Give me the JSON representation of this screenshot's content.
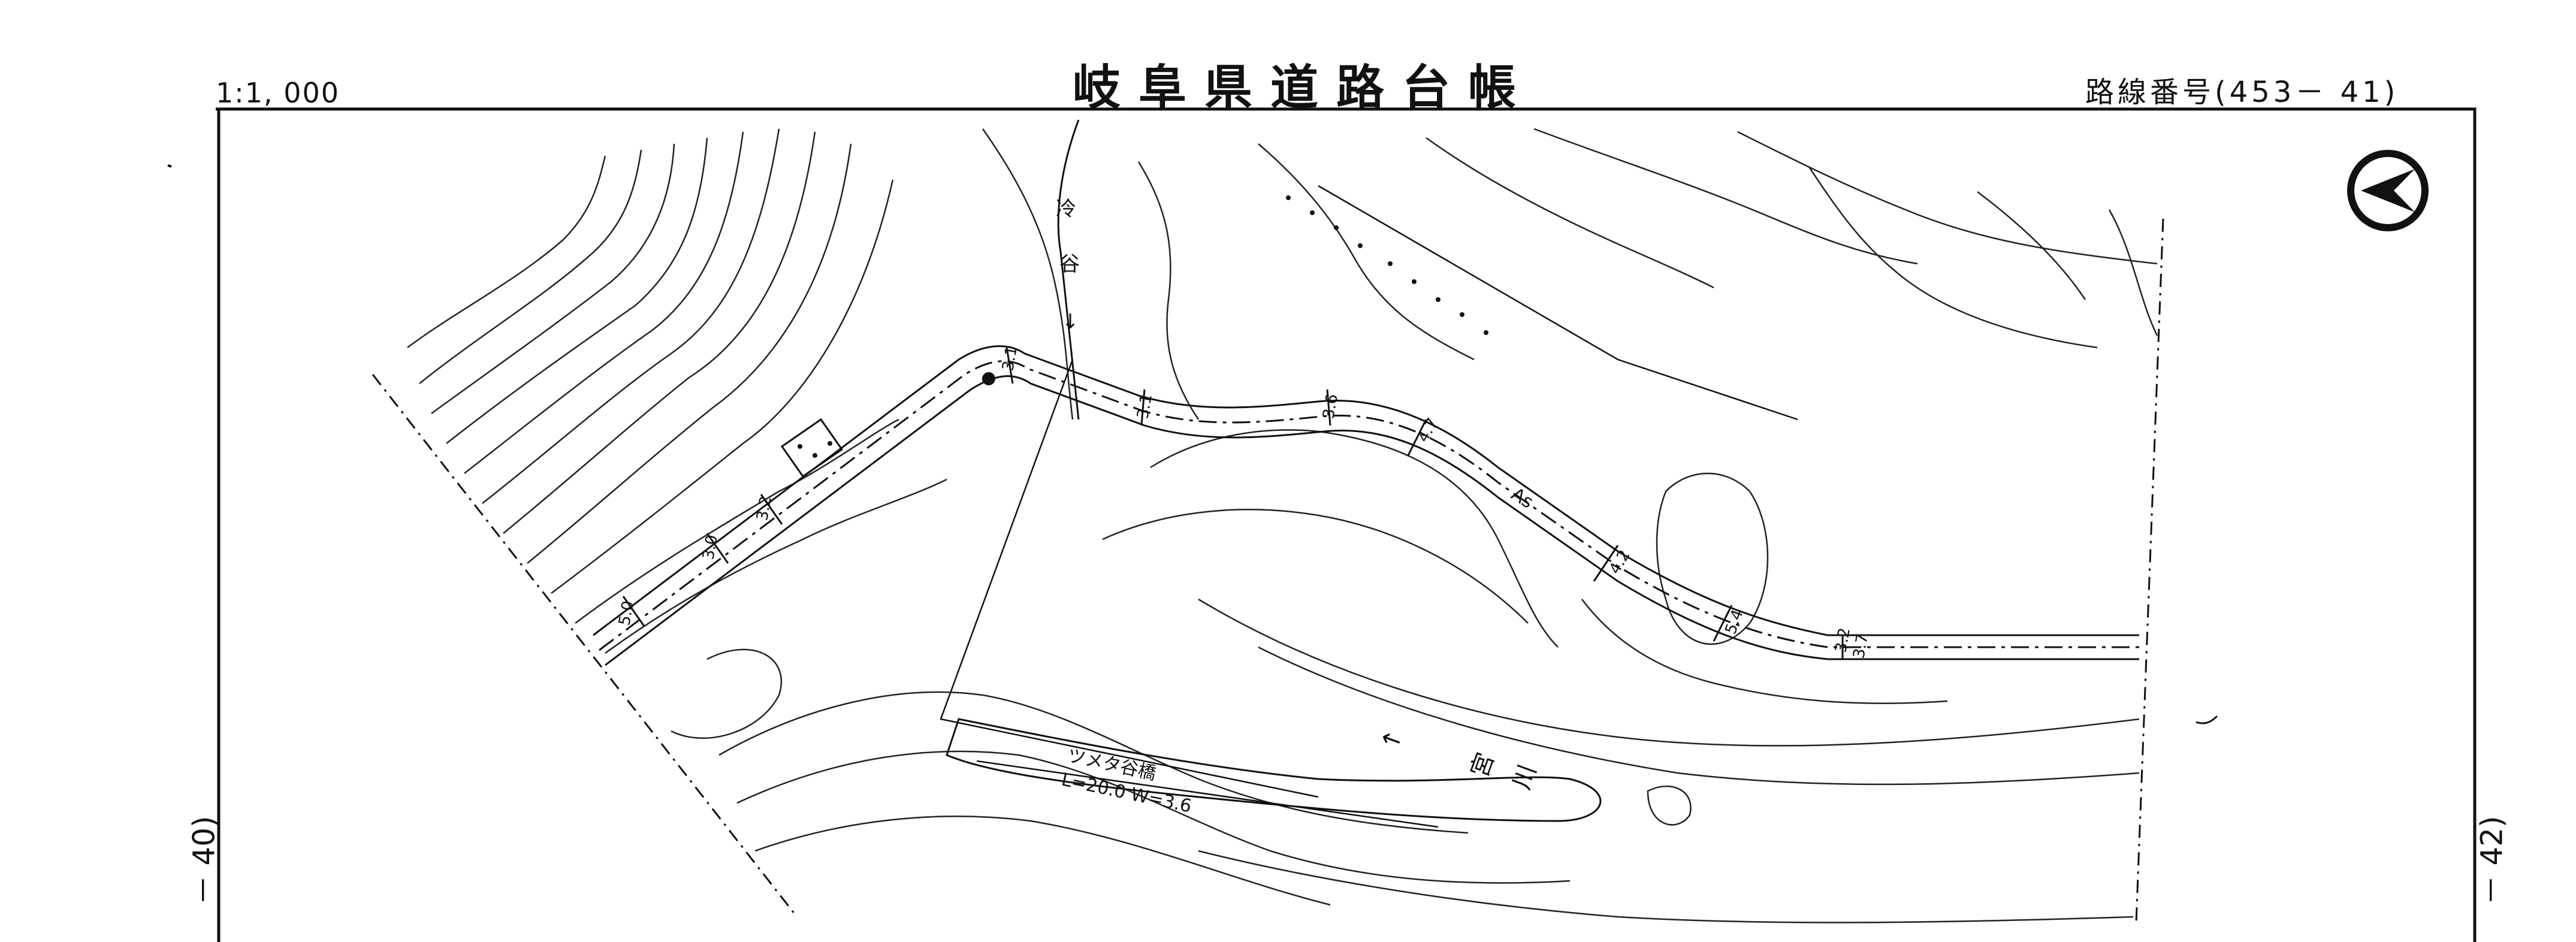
{
  "header": {
    "scale": "1:1, 000",
    "title": "岐阜県道路台帳",
    "route_number": "路線番号(453－ 41)"
  },
  "adjacent_sheets": {
    "left": "－ 40)",
    "right": "－ 42)"
  },
  "north_arrow_icon": "north-arrow-icon",
  "map_labels": {
    "stream_name_top": "冷",
    "stream_name_bottom": "谷",
    "stream_arrow": "↓",
    "surface": "As",
    "bridge_name": "ツメタ谷橋",
    "bridge_dims": "L=20.0 W=3.6",
    "river_arrow": "↑",
    "river_name_1": "宮",
    "river_name_2": "川"
  },
  "road_widths": [
    "5.0",
    "3.0",
    "3.2",
    "3.1",
    "3.1",
    "3.6",
    "4.7",
    "4.2",
    "5.4",
    "3.2",
    "3.7"
  ]
}
